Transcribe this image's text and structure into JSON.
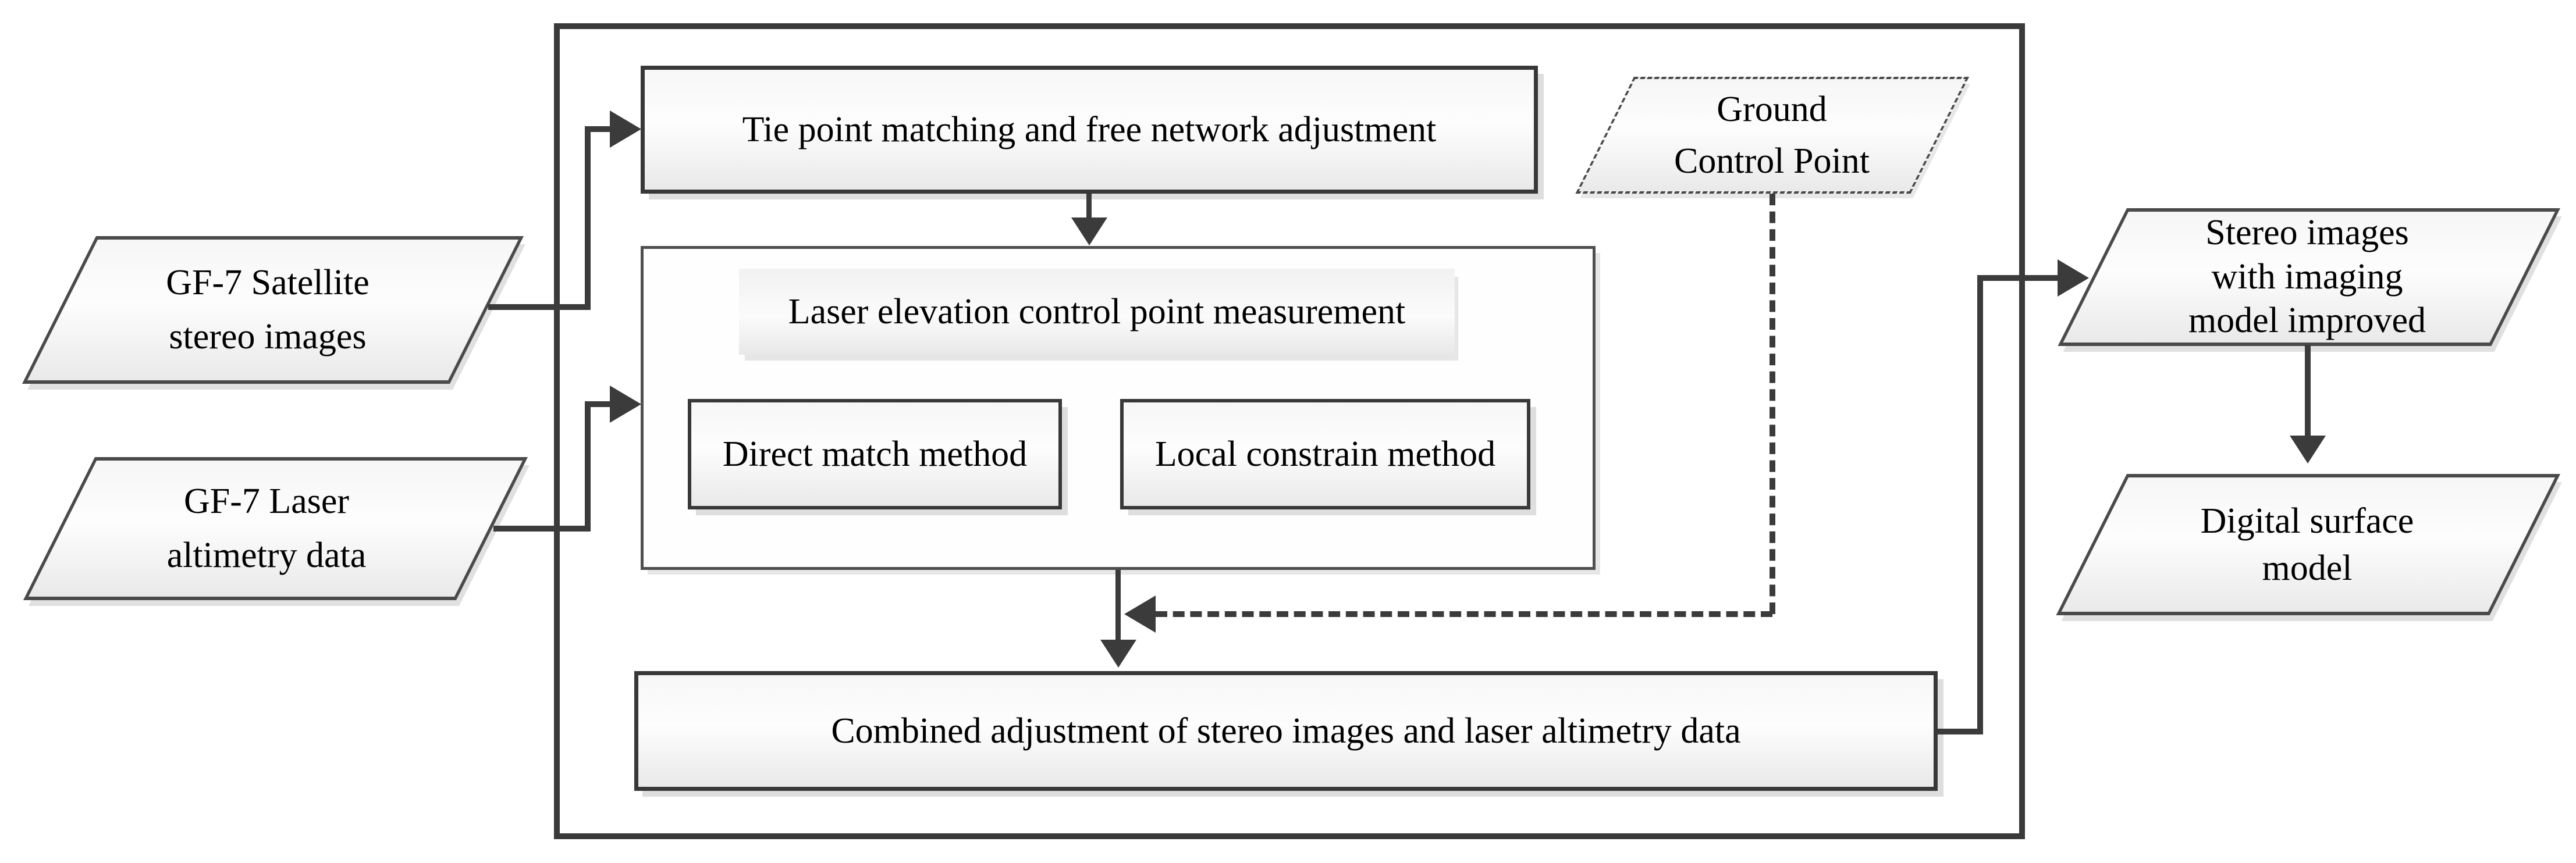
{
  "diagram": {
    "type": "flowchart",
    "colors": {
      "background": "#ffffff",
      "line": "#3b3b3b",
      "box_border": "#383838",
      "fill_top": "#f7f7f7",
      "fill_bottom": "#e9e9e9",
      "shadow": "#dedede",
      "text": "#000000"
    },
    "nodes": {
      "satellite_input": {
        "shape": "parallelogram",
        "lines": [
          "GF-7 Satellite",
          "stereo images"
        ]
      },
      "laser_input": {
        "shape": "parallelogram",
        "lines": [
          "GF-7 Laser",
          "altimetry data"
        ]
      },
      "tie_point": {
        "shape": "rectangle",
        "lines": [
          "Tie point matching and free network adjustment"
        ]
      },
      "laser_measurement": {
        "shape": "label-band",
        "lines": [
          "Laser elevation control point measurement"
        ]
      },
      "direct_match": {
        "shape": "rectangle",
        "lines": [
          "Direct match method"
        ]
      },
      "local_constrain": {
        "shape": "rectangle",
        "lines": [
          "Local constrain method"
        ]
      },
      "ground_control_point": {
        "shape": "parallelogram-dashed",
        "lines": [
          "Ground",
          "Control Point"
        ]
      },
      "combined_adjustment": {
        "shape": "rectangle",
        "lines": [
          "Combined adjustment of stereo images and laser altimetry data"
        ]
      },
      "stereo_output": {
        "shape": "parallelogram",
        "lines": [
          "Stereo images",
          "with imaging",
          "model improved"
        ]
      },
      "digital_surface_model": {
        "shape": "parallelogram",
        "lines": [
          "Digital surface",
          "model"
        ]
      }
    },
    "edges": [
      {
        "from": "satellite_input",
        "to": "tie_point",
        "style": "solid-arrow"
      },
      {
        "from": "laser_input",
        "to": "laser_measurement",
        "style": "solid-arrow"
      },
      {
        "from": "tie_point",
        "to": "laser_measurement",
        "style": "solid-arrow"
      },
      {
        "from": "laser_measurement",
        "to": "combined_adjustment",
        "style": "solid-arrow"
      },
      {
        "from": "ground_control_point",
        "to": "combined_adjustment",
        "style": "dashed-arrow"
      },
      {
        "from": "combined_adjustment",
        "to": "stereo_output",
        "style": "solid-arrow"
      },
      {
        "from": "stereo_output",
        "to": "digital_surface_model",
        "style": "solid-arrow"
      }
    ]
  }
}
